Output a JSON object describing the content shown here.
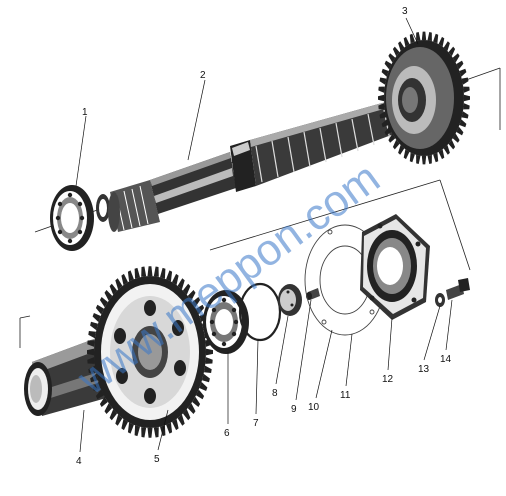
{
  "watermark": "www.meppon.com",
  "callouts": [
    {
      "id": "c1",
      "label": "1"
    },
    {
      "id": "c2",
      "label": "2"
    },
    {
      "id": "c3",
      "label": "3"
    },
    {
      "id": "c4",
      "label": "4"
    },
    {
      "id": "c5",
      "label": "5"
    },
    {
      "id": "c6",
      "label": "6"
    },
    {
      "id": "c7",
      "label": "7"
    },
    {
      "id": "c8",
      "label": "8"
    },
    {
      "id": "c9",
      "label": "9"
    },
    {
      "id": "c10",
      "label": "10"
    },
    {
      "id": "c11",
      "label": "11"
    },
    {
      "id": "c12",
      "label": "12"
    },
    {
      "id": "c13",
      "label": "13"
    },
    {
      "id": "c14",
      "label": "14"
    }
  ]
}
